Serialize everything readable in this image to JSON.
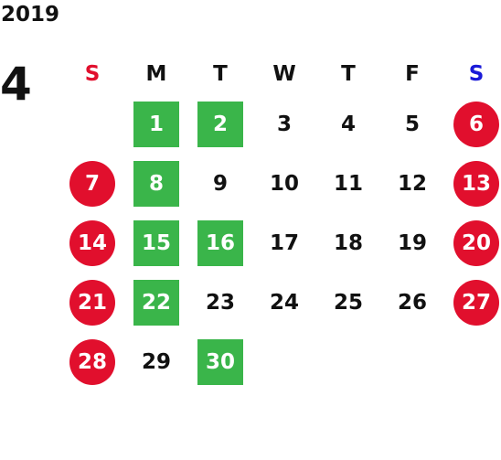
{
  "year": "2019",
  "month": "4",
  "colors": {
    "sunday": "#e10f2d",
    "saturday": "#1a1ad8",
    "weekday": "#111111",
    "holiday_circle": "#e10f2d",
    "highlight_square": "#3ab54a"
  },
  "weekdays": [
    {
      "label": "S",
      "color": "#e10f2d"
    },
    {
      "label": "M",
      "color": "#111111"
    },
    {
      "label": "T",
      "color": "#111111"
    },
    {
      "label": "W",
      "color": "#111111"
    },
    {
      "label": "T",
      "color": "#111111"
    },
    {
      "label": "F",
      "color": "#111111"
    },
    {
      "label": "S",
      "color": "#1a1ad8"
    }
  ],
  "weeks": [
    [
      null,
      {
        "day": "1",
        "style": "green"
      },
      {
        "day": "2",
        "style": "green"
      },
      {
        "day": "3"
      },
      {
        "day": "4"
      },
      {
        "day": "5"
      },
      {
        "day": "6",
        "style": "red"
      }
    ],
    [
      {
        "day": "7",
        "style": "red"
      },
      {
        "day": "8",
        "style": "green"
      },
      {
        "day": "9"
      },
      {
        "day": "10"
      },
      {
        "day": "11"
      },
      {
        "day": "12"
      },
      {
        "day": "13",
        "style": "red"
      }
    ],
    [
      {
        "day": "14",
        "style": "red"
      },
      {
        "day": "15",
        "style": "green"
      },
      {
        "day": "16",
        "style": "green"
      },
      {
        "day": "17"
      },
      {
        "day": "18"
      },
      {
        "day": "19"
      },
      {
        "day": "20",
        "style": "red"
      }
    ],
    [
      {
        "day": "21",
        "style": "red"
      },
      {
        "day": "22",
        "style": "green"
      },
      {
        "day": "23"
      },
      {
        "day": "24"
      },
      {
        "day": "25"
      },
      {
        "day": "26"
      },
      {
        "day": "27",
        "style": "red"
      }
    ],
    [
      {
        "day": "28",
        "style": "red"
      },
      {
        "day": "29"
      },
      {
        "day": "30",
        "style": "green"
      },
      null,
      null,
      null,
      null
    ]
  ]
}
